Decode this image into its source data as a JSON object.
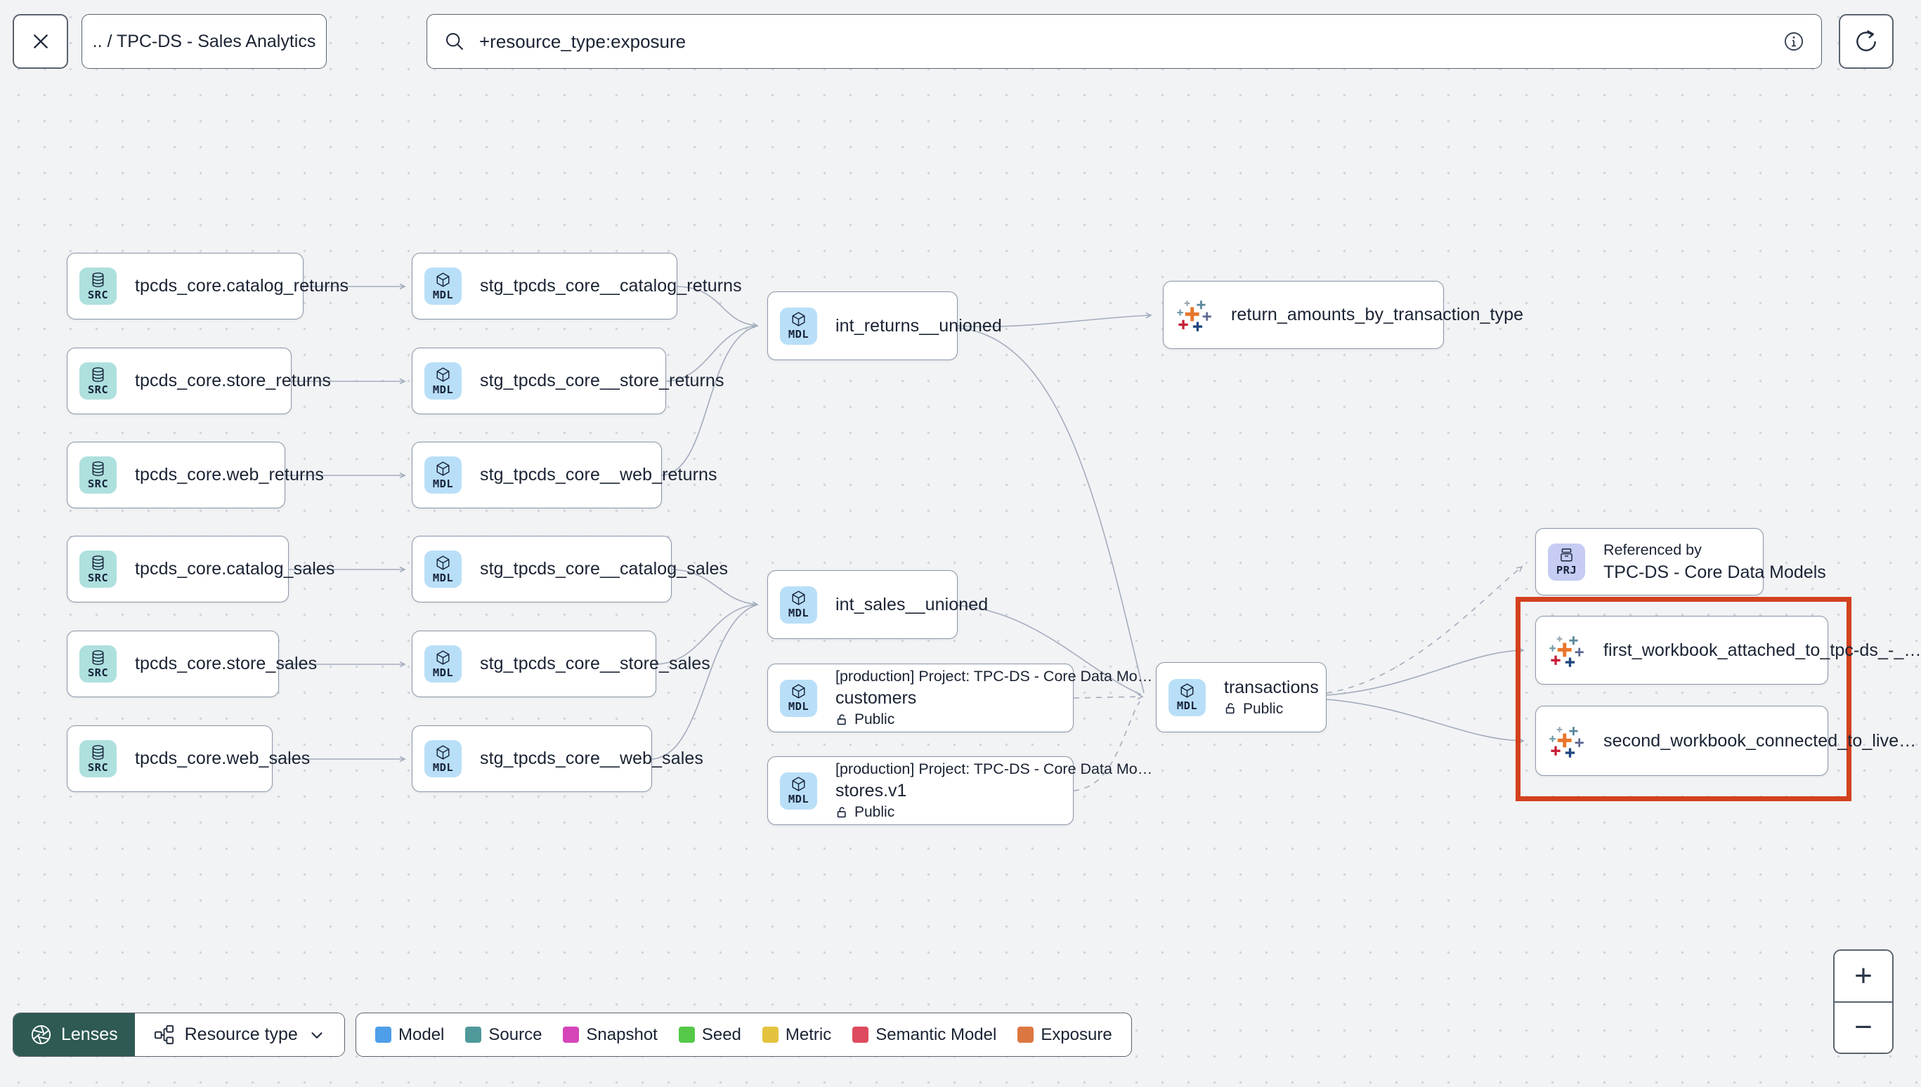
{
  "toolbar": {
    "breadcrumb": ".. / TPC-DS - Sales Analytics",
    "search": {
      "value": "+resource_type:exposure"
    }
  },
  "graph": {
    "nodes": [
      {
        "badge": "SRC",
        "label": "tpcds_core.catalog_returns"
      },
      {
        "badge": "SRC",
        "label": "tpcds_core.store_returns"
      },
      {
        "badge": "SRC",
        "label": "tpcds_core.web_returns"
      },
      {
        "badge": "SRC",
        "label": "tpcds_core.catalog_sales"
      },
      {
        "badge": "SRC",
        "label": "tpcds_core.store_sales"
      },
      {
        "badge": "SRC",
        "label": "tpcds_core.web_sales"
      },
      {
        "badge": "MDL",
        "label": "stg_tpcds_core__catalog_returns"
      },
      {
        "badge": "MDL",
        "label": "stg_tpcds_core__store_returns"
      },
      {
        "badge": "MDL",
        "label": "stg_tpcds_core__web_returns"
      },
      {
        "badge": "MDL",
        "label": "stg_tpcds_core__catalog_sales"
      },
      {
        "badge": "MDL",
        "label": "stg_tpcds_core__store_sales"
      },
      {
        "badge": "MDL",
        "label": "stg_tpcds_core__web_sales"
      },
      {
        "badge": "MDL",
        "label": "int_returns__unioned"
      },
      {
        "badge": "MDL",
        "label": "int_sales__unioned"
      },
      {
        "badge": "MDL",
        "header": "[production] Project: TPC-DS - Core Data Mo…",
        "label": "customers",
        "access": "Public"
      },
      {
        "badge": "MDL",
        "header": "[production] Project: TPC-DS - Core Data Mo…",
        "label": "stores.v1",
        "access": "Public"
      },
      {
        "badge": "MDL",
        "label": "transactions",
        "access": "Public"
      },
      {
        "icon": "tableau-logo",
        "label": "return_amounts_by_transaction_type"
      },
      {
        "badge": "PRJ",
        "header": "Referenced by",
        "label": "TPC-DS - Core Data Models"
      },
      {
        "icon": "tableau-logo",
        "label": "first_workbook_attached_to_tpc-ds_-_…"
      },
      {
        "icon": "tableau-logo",
        "label": "second_workbook_connected_to_live…"
      }
    ],
    "highlight_color": "#d3411e"
  },
  "legend": {
    "items": [
      {
        "label": "Model",
        "color": "#4e9ee8"
      },
      {
        "label": "Source",
        "color": "#4f999b"
      },
      {
        "label": "Snapshot",
        "color": "#d645b8"
      },
      {
        "label": "Seed",
        "color": "#55c84a"
      },
      {
        "label": "Metric",
        "color": "#e3c33e"
      },
      {
        "label": "Semantic Model",
        "color": "#dd4a5f"
      },
      {
        "label": "Exposure",
        "color": "#dd7742"
      }
    ]
  },
  "controls": {
    "lenses_label": "Lenses",
    "lenses_color": "#2e5a53",
    "resource_type_label": "Resource type",
    "zoom_in": "+",
    "zoom_out": "−"
  },
  "icons": {
    "close": "x-cross",
    "search": "magnifier",
    "info": "circled-i",
    "refresh": "circular-arrow",
    "source": "database-cylinder",
    "model": "cube-outline",
    "project": "archive-box",
    "exposure": "tableau-logo",
    "access": "open-padlock",
    "lenses": "aperture",
    "resource_type": "sitemap",
    "chevron": "chevron-down"
  }
}
